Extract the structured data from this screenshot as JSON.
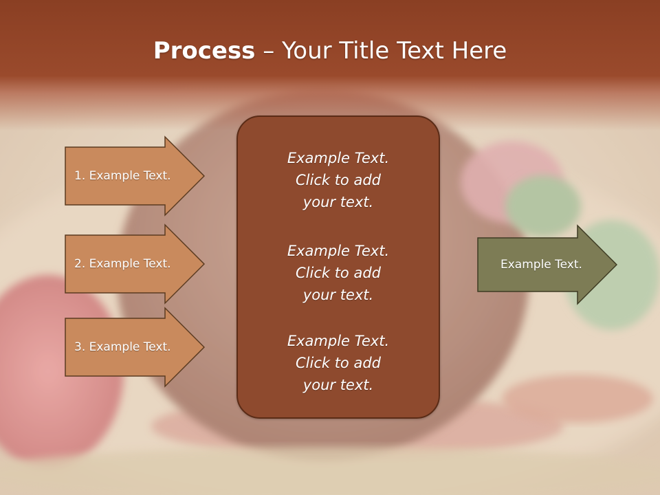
{
  "title": {
    "bold": "Process",
    "rest": " – Your Title Text Here"
  },
  "left_arrows": [
    "1. Example Text.",
    "2. Example Text.",
    "3. Example Text."
  ],
  "right_arrow": "Example Text.",
  "center_items": [
    "Example Text.\nClick  to add\nyour text.",
    "Example Text.\nClick  to add\nyour text.",
    "Example Text.\nClick  to add\nyour text."
  ],
  "colors": {
    "title_band": "#8a3f23",
    "arrow_fill": "#c98a5d",
    "arrow_stroke": "#5a3a20",
    "right_arrow_fill": "#7d7c55",
    "center_box": "#8e4a2e"
  }
}
